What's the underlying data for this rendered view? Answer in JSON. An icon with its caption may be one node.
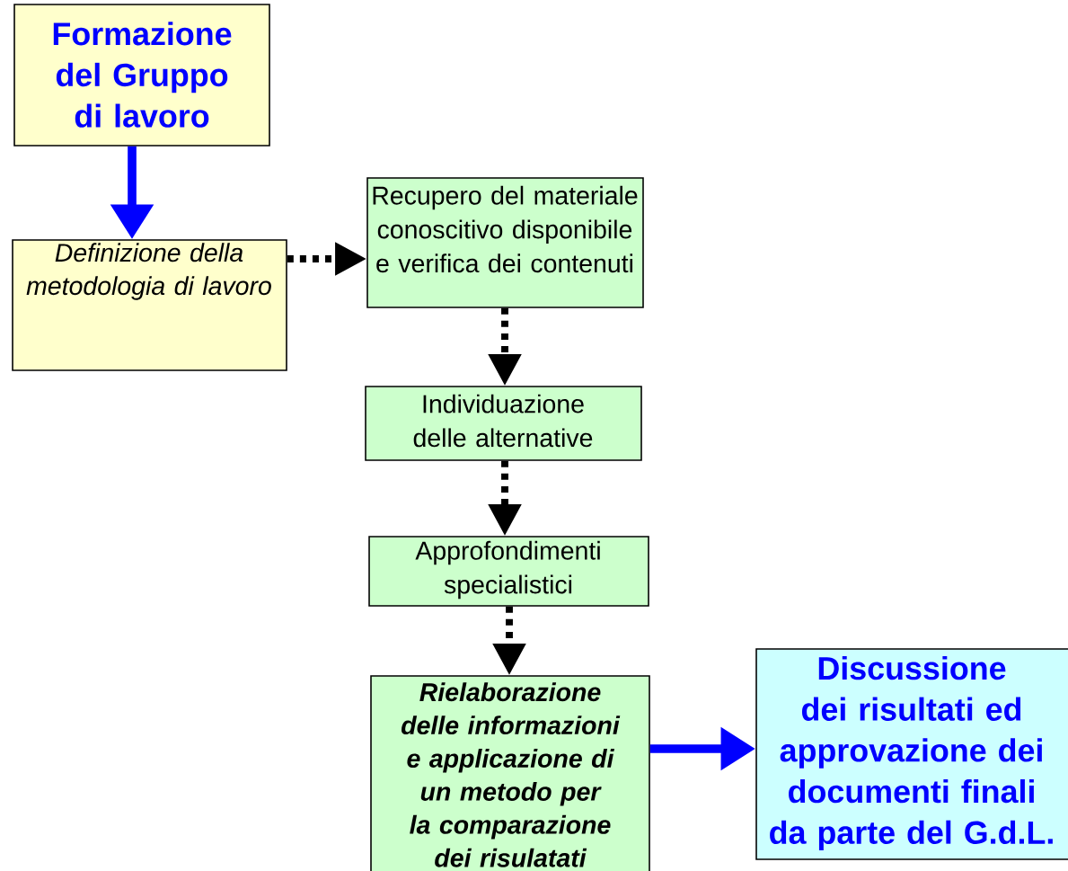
{
  "diagram": {
    "nodes": [
      {
        "text": [
          "Formazione del Gruppo di lavoro"
        ]
      },
      {
        "text": [
          "Definizione della metodologia di lavoro"
        ]
      },
      {
        "text": [
          "Recupero del materiale conoscitivo disponibile e verifica dei contenuti"
        ]
      },
      {
        "text": [
          "Individuazione delle alternative"
        ]
      },
      {
        "text": [
          "Approfondimenti specialistici"
        ]
      },
      {
        "text": [
          "Rielaborazione delle informazioni e applicazione di un metodo per la comparazione dei risulatati"
        ]
      },
      {
        "text": [
          "Discussione dei risultati ed approvazione dei documenti finali da parte del G.d.L."
        ]
      }
    ],
    "edges": [
      {
        "from": 0,
        "to": 1,
        "arrow": "to",
        "color": "#0000ff"
      },
      {
        "from": 1,
        "to": 2,
        "arrow": "to",
        "style": "dashed"
      },
      {
        "from": 2,
        "to": 3,
        "arrow": "to",
        "style": "dashed"
      },
      {
        "from": 3,
        "to": 4,
        "arrow": "to",
        "style": "dashed"
      },
      {
        "from": 4,
        "to": 5,
        "arrow": "to",
        "style": "dashed"
      },
      {
        "from": 5,
        "to": 6,
        "arrow": "to",
        "color": "#0000ff"
      }
    ]
  }
}
